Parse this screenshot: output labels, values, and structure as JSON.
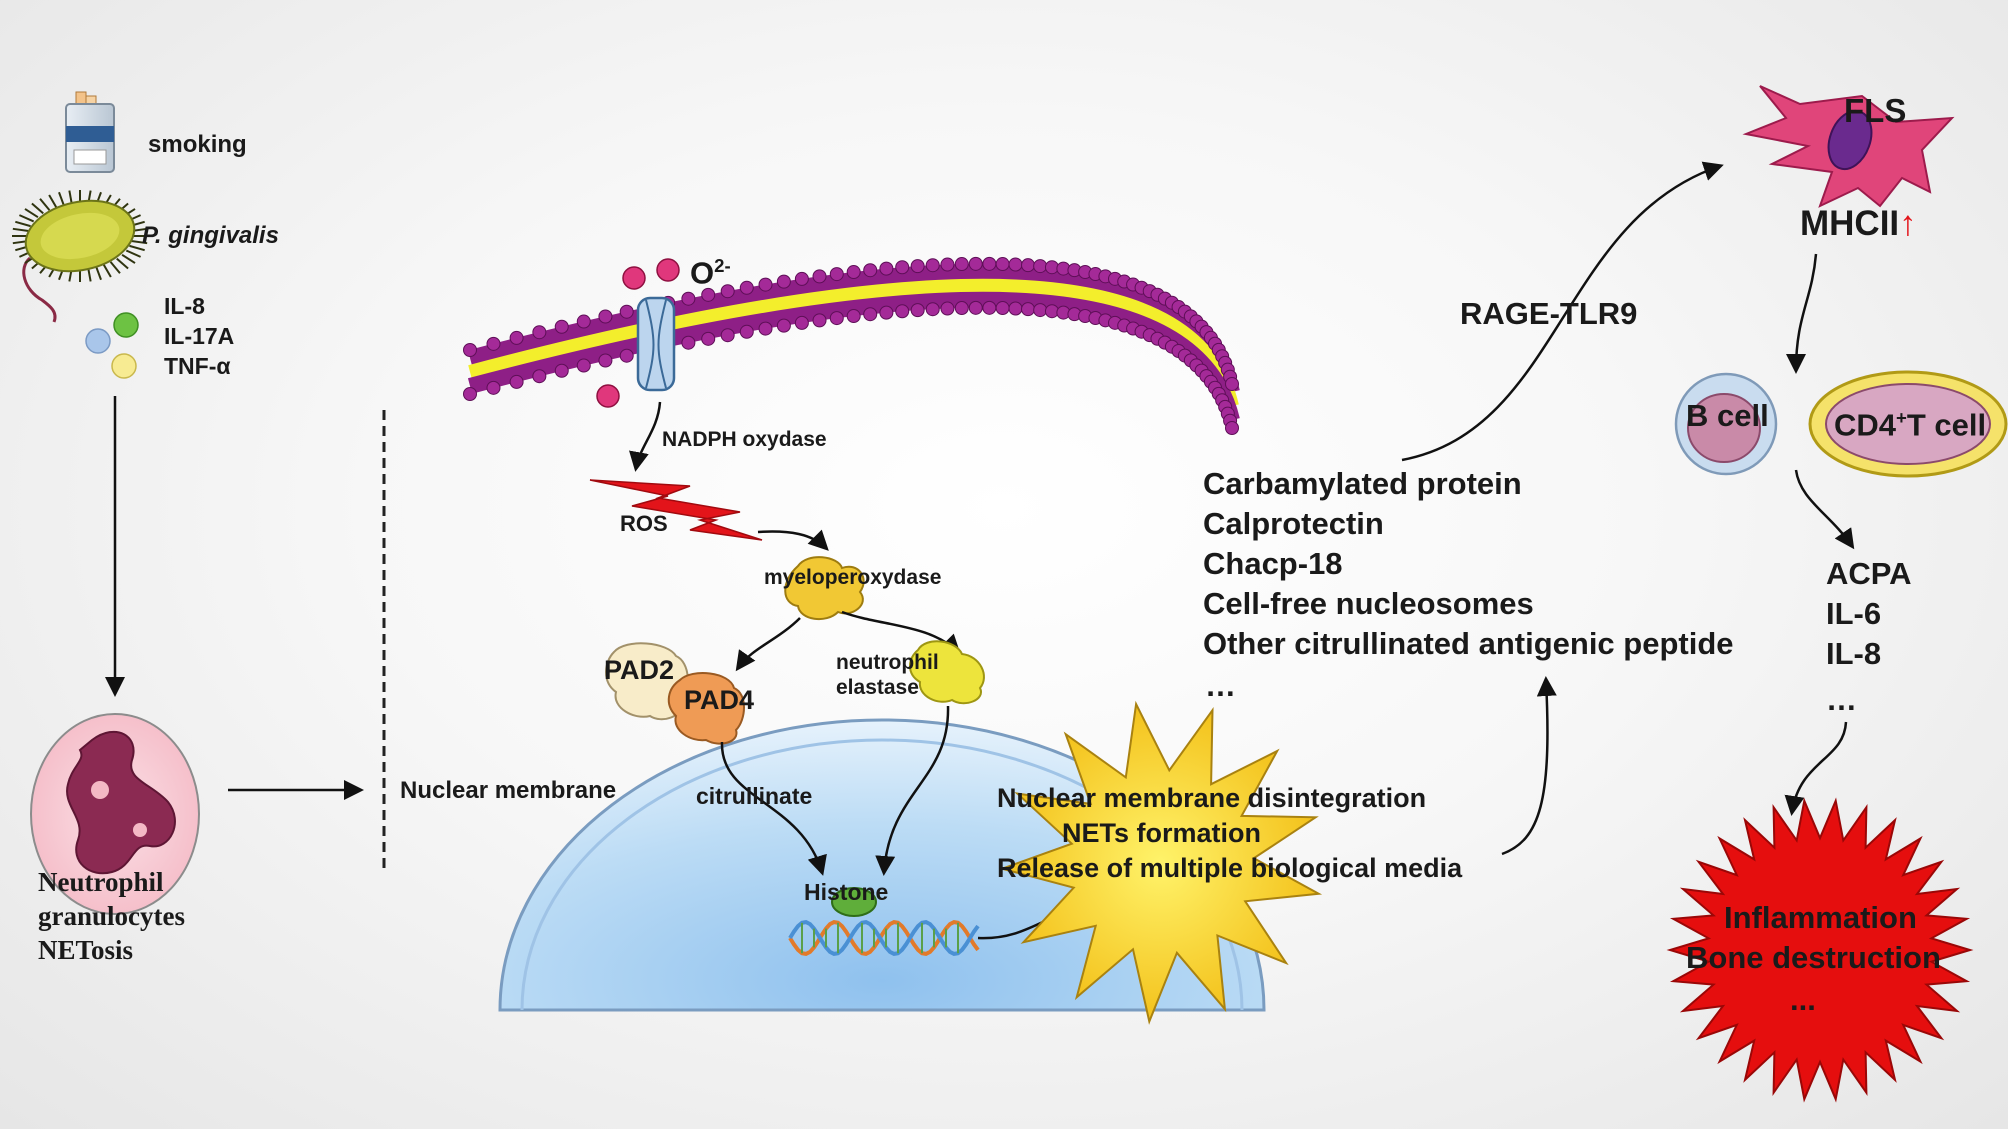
{
  "triggers": {
    "smoking": "smoking",
    "pathogen": "P. gingivalis",
    "cytokines": [
      "IL-8",
      "IL-17A",
      "TNF-α"
    ]
  },
  "neutrophil": {
    "lines": [
      "Neutrophil",
      "granulocytes",
      "NETosis"
    ]
  },
  "membrane": {
    "superoxide": "O",
    "superoxide_sup": "2-",
    "nadph": "NADPH oxydase",
    "ros": "ROS",
    "myeloperoxidase": "myeloperoxydase",
    "pad2": "PAD2",
    "pad4": "PAD4",
    "elastase_line1": "neutrophil",
    "elastase_line2": "elastase",
    "nuclear_membrane": "Nuclear membrane",
    "citrullinate": "citrullinate",
    "histone": "Histone"
  },
  "outcome": {
    "lines": [
      "Nuclear membrane disintegration",
      "NETs formation",
      "Release of multiple biological media"
    ]
  },
  "antigens": {
    "items": [
      "Carbamylated protein",
      "Calprotectin",
      "Chacp-18",
      "Cell-free nucleosomes",
      "Other citrullinated antigenic peptide",
      "…"
    ]
  },
  "receptor": "RAGE-TLR9",
  "fls": {
    "label": "FLS",
    "mhc": "MHCII",
    "mhc_arrow": "↑"
  },
  "cells": {
    "b_cell": "B cell",
    "cd4_prefix": "CD4",
    "cd4_sup": "+",
    "cd4_suffix": "T cell"
  },
  "mediators": [
    "ACPA",
    "IL-6",
    "IL-8",
    "…"
  ],
  "result": {
    "lines": [
      "Inflammation",
      "Bone destruction",
      "..."
    ]
  },
  "colors": {
    "membrane_purple": "#8e1f86",
    "membrane_yellow": "#f3ee2c",
    "nucleus_blue": "#bcdcf5",
    "ros_red": "#e3141a",
    "star_yellow": "#f7d11c",
    "burst_red": "#e50e0e",
    "fls_pink": "#e0457a"
  }
}
